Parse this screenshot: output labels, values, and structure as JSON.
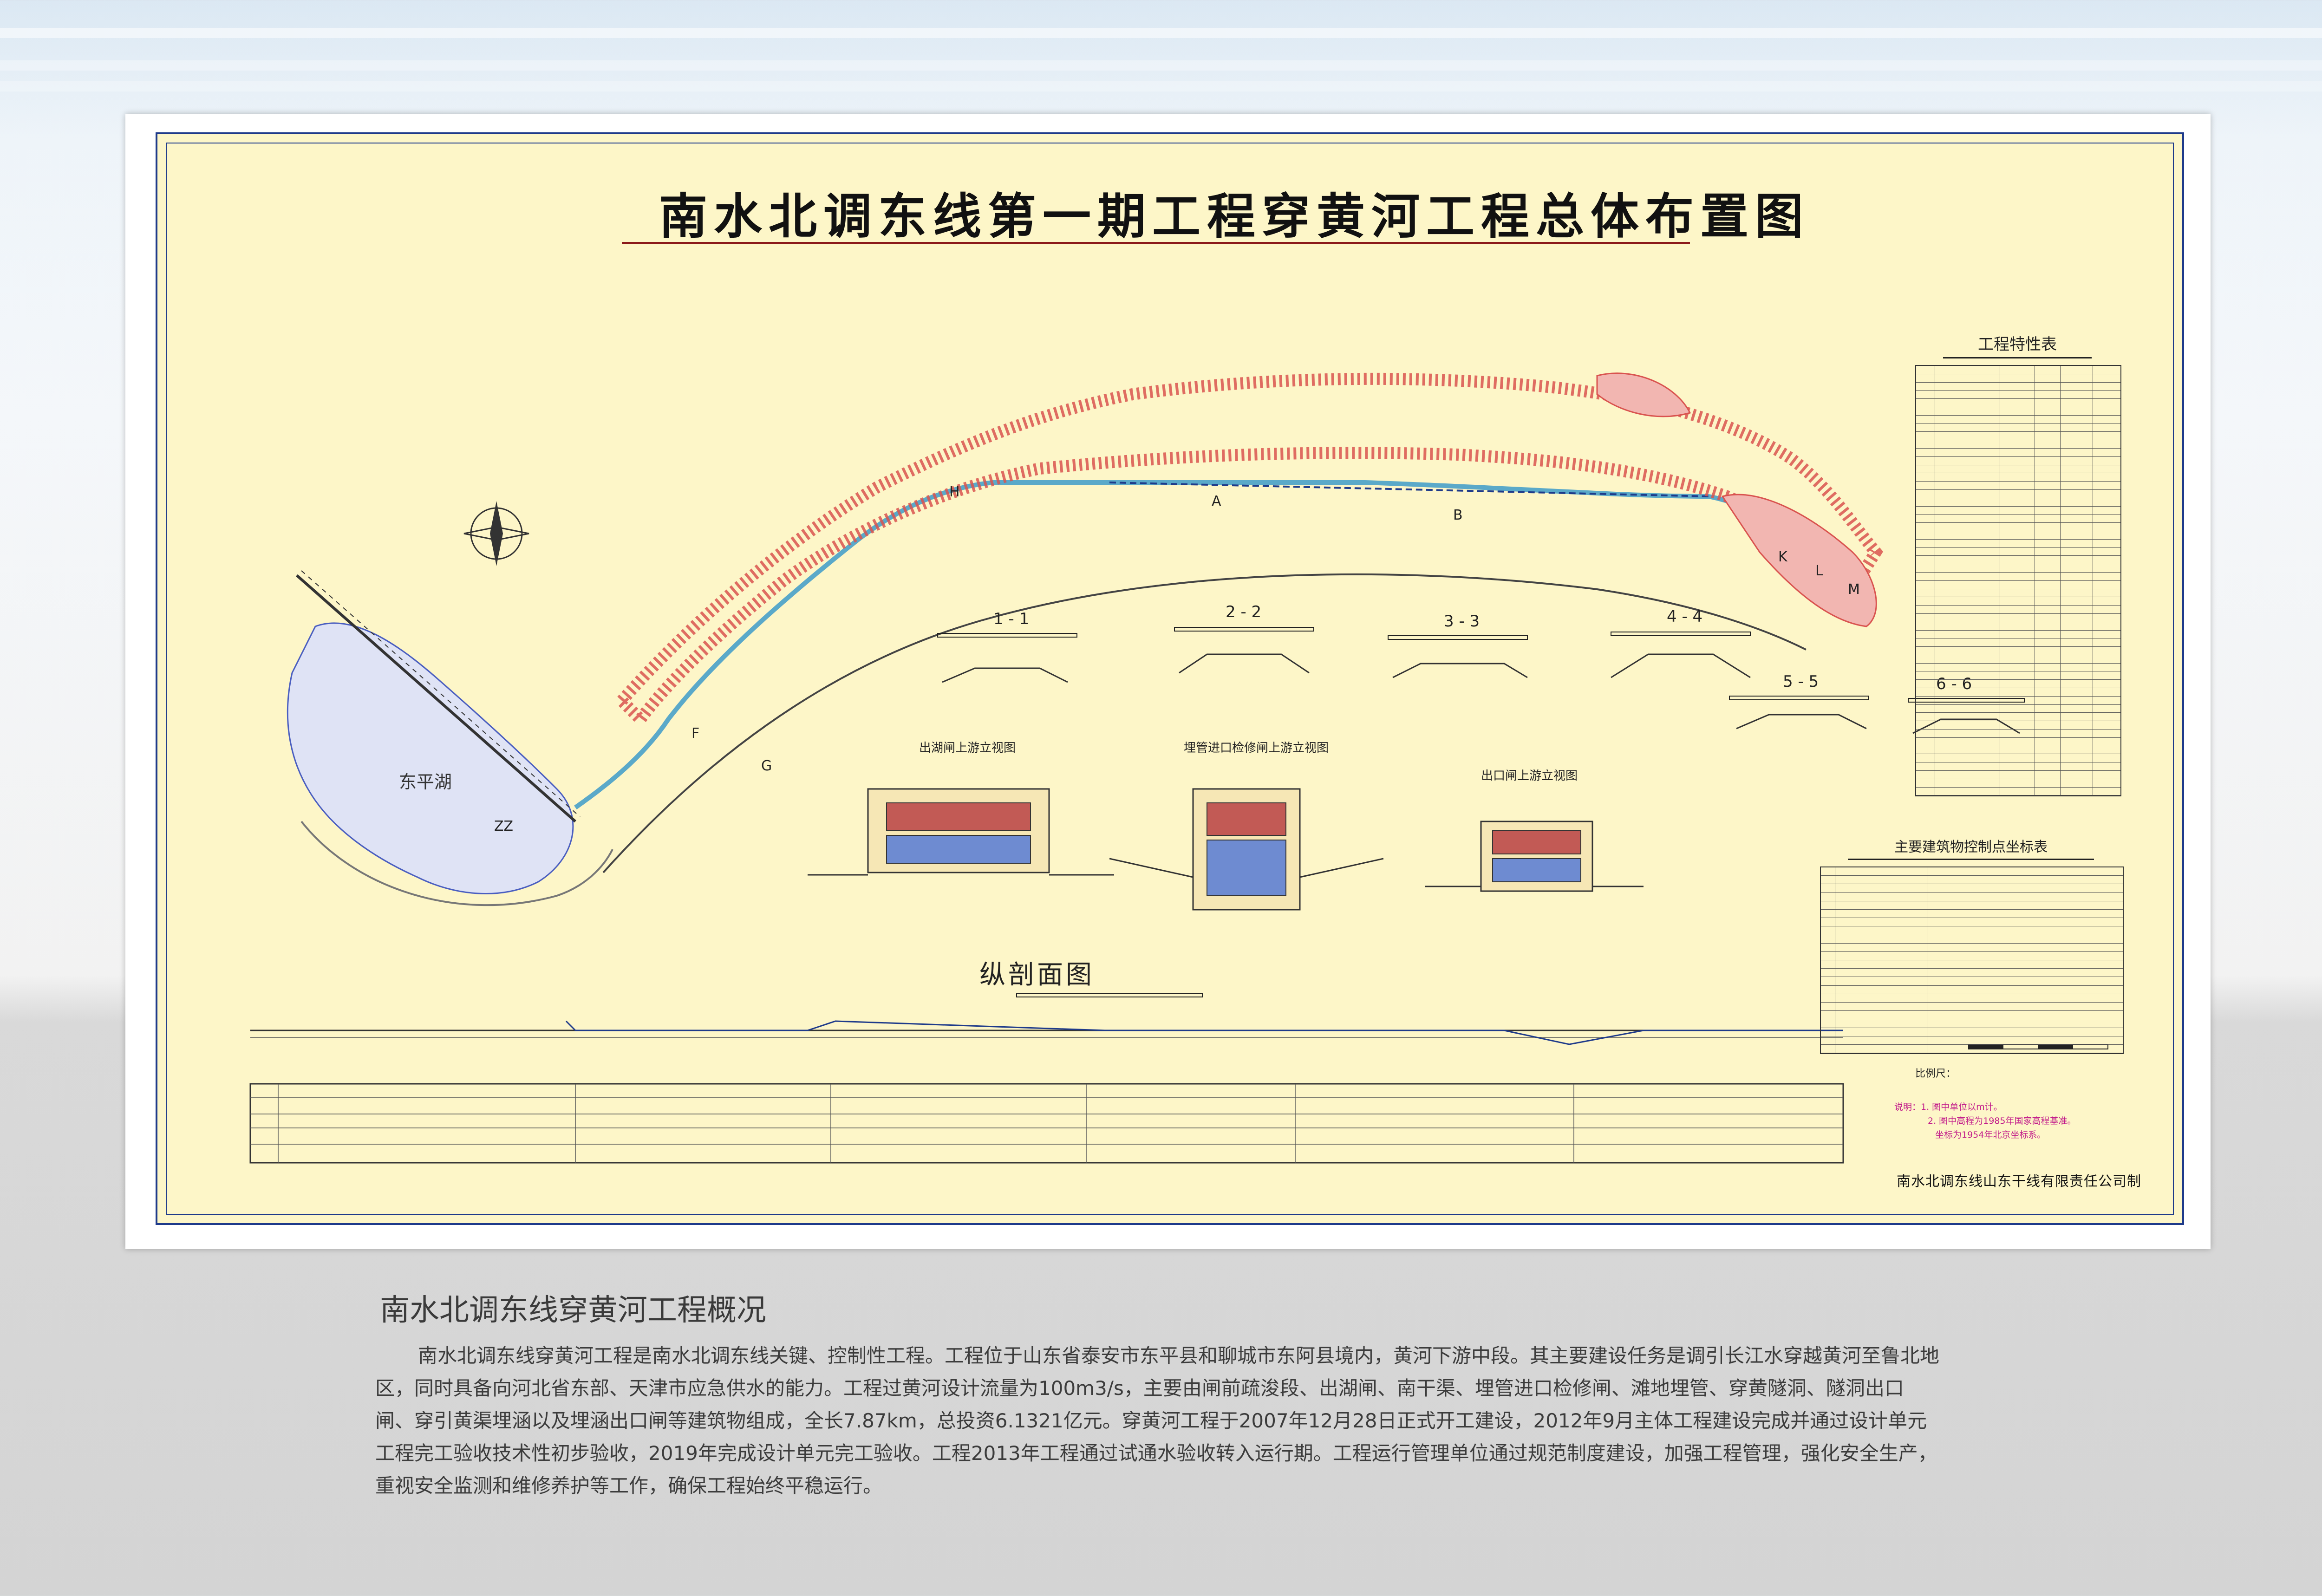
{
  "map": {
    "title": "南水北调东线第一期工程穿黄河工程总体布置图",
    "lake_label": "东平湖",
    "maker": "南水北调东线山东干线有限责任公司制",
    "profile_title": "纵剖面图",
    "sections": [
      {
        "label": "1 - 1"
      },
      {
        "label": "2 - 2"
      },
      {
        "label": "3 - 3"
      },
      {
        "label": "4 - 4"
      },
      {
        "label": "5 - 5"
      },
      {
        "label": "6 - 6"
      }
    ],
    "elevation_views": [
      {
        "label": "出湖闸上游立视图"
      },
      {
        "label": "埋管进口检修闸上游立视图"
      },
      {
        "label": "出口闸上游立视图"
      }
    ],
    "route_letters": [
      "H",
      "A",
      "B",
      "K",
      "L",
      "M",
      "F",
      "G",
      "ZZ"
    ],
    "properties_table_title": "工程特性表",
    "coords_table_title": "主要建筑物控制点坐标表",
    "scale_label": "比例尺：",
    "notes": [
      "说明：1. 图中单位以m计。",
      "2. 图中高程为1985年国家高程基准。",
      "坐标为1954年北京坐标系。"
    ]
  },
  "caption": {
    "title": "南水北调东线穿黄河工程概况",
    "body": "南水北调东线穿黄河工程是南水北调东线关键、控制性工程。工程位于山东省泰安市东平县和聊城市东阿县境内，黄河下游中段。其主要建设任务是调引长江水穿越黄河至鲁北地区，同时具备向河北省东部、天津市应急供水的能力。工程过黄河设计流量为100m3/s，主要由闸前疏浚段、出湖闸、南干渠、埋管进口检修闸、滩地埋管、穿黄隧洞、隧洞出口闸、穿引黄渠埋涵以及埋涵出口闸等建筑物组成，全长7.87km，总投资6.1321亿元。穿黄河工程于2007年12月28日正式开工建设，2012年9月主体工程建设完成并通过设计单元工程完工验收技术性初步验收，2019年完成设计单元完工验收。工程2013年工程通过试通水验收转入运行期。工程运行管理单位通过规范制度建设，加强工程管理，强化安全生产，重视安全监测和维修养护等工作，确保工程始终平稳运行。"
  },
  "colors": {
    "map_background": "#fdf6c8",
    "frame": "#1e3a8a",
    "settlement": "#d9534f",
    "water": "#dfe3f5",
    "canal": "#5aa9c9",
    "notes": "#c21a8a"
  }
}
